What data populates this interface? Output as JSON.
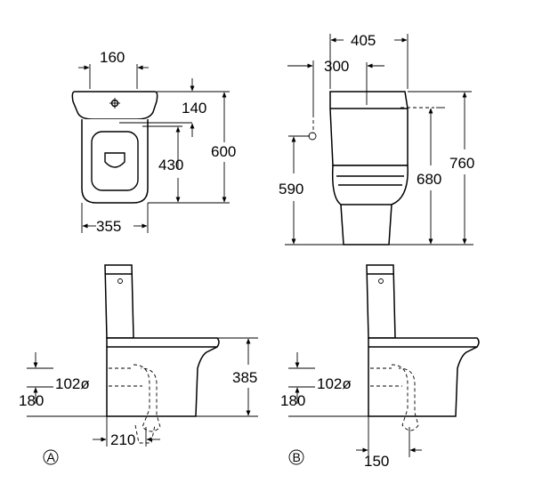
{
  "top_left_view": {
    "dim_width_top": "160",
    "dim_inlet": "140",
    "dim_center": "430",
    "dim_depth": "600",
    "dim_width": "355"
  },
  "top_right_view": {
    "dim_tank_width": "405",
    "dim_inlet_offset": "300",
    "dim_inlet_height": "590",
    "dim_seat_height": "680",
    "dim_total_height": "760"
  },
  "variant_a": {
    "label": "A",
    "dim_height": "385",
    "dim_pipe": "102ø",
    "dim_outlet_height": "180",
    "dim_outlet_offset": "210"
  },
  "variant_b": {
    "label": "B",
    "dim_pipe": "102ø",
    "dim_outlet_height": "180",
    "dim_outlet_offset": "150"
  }
}
